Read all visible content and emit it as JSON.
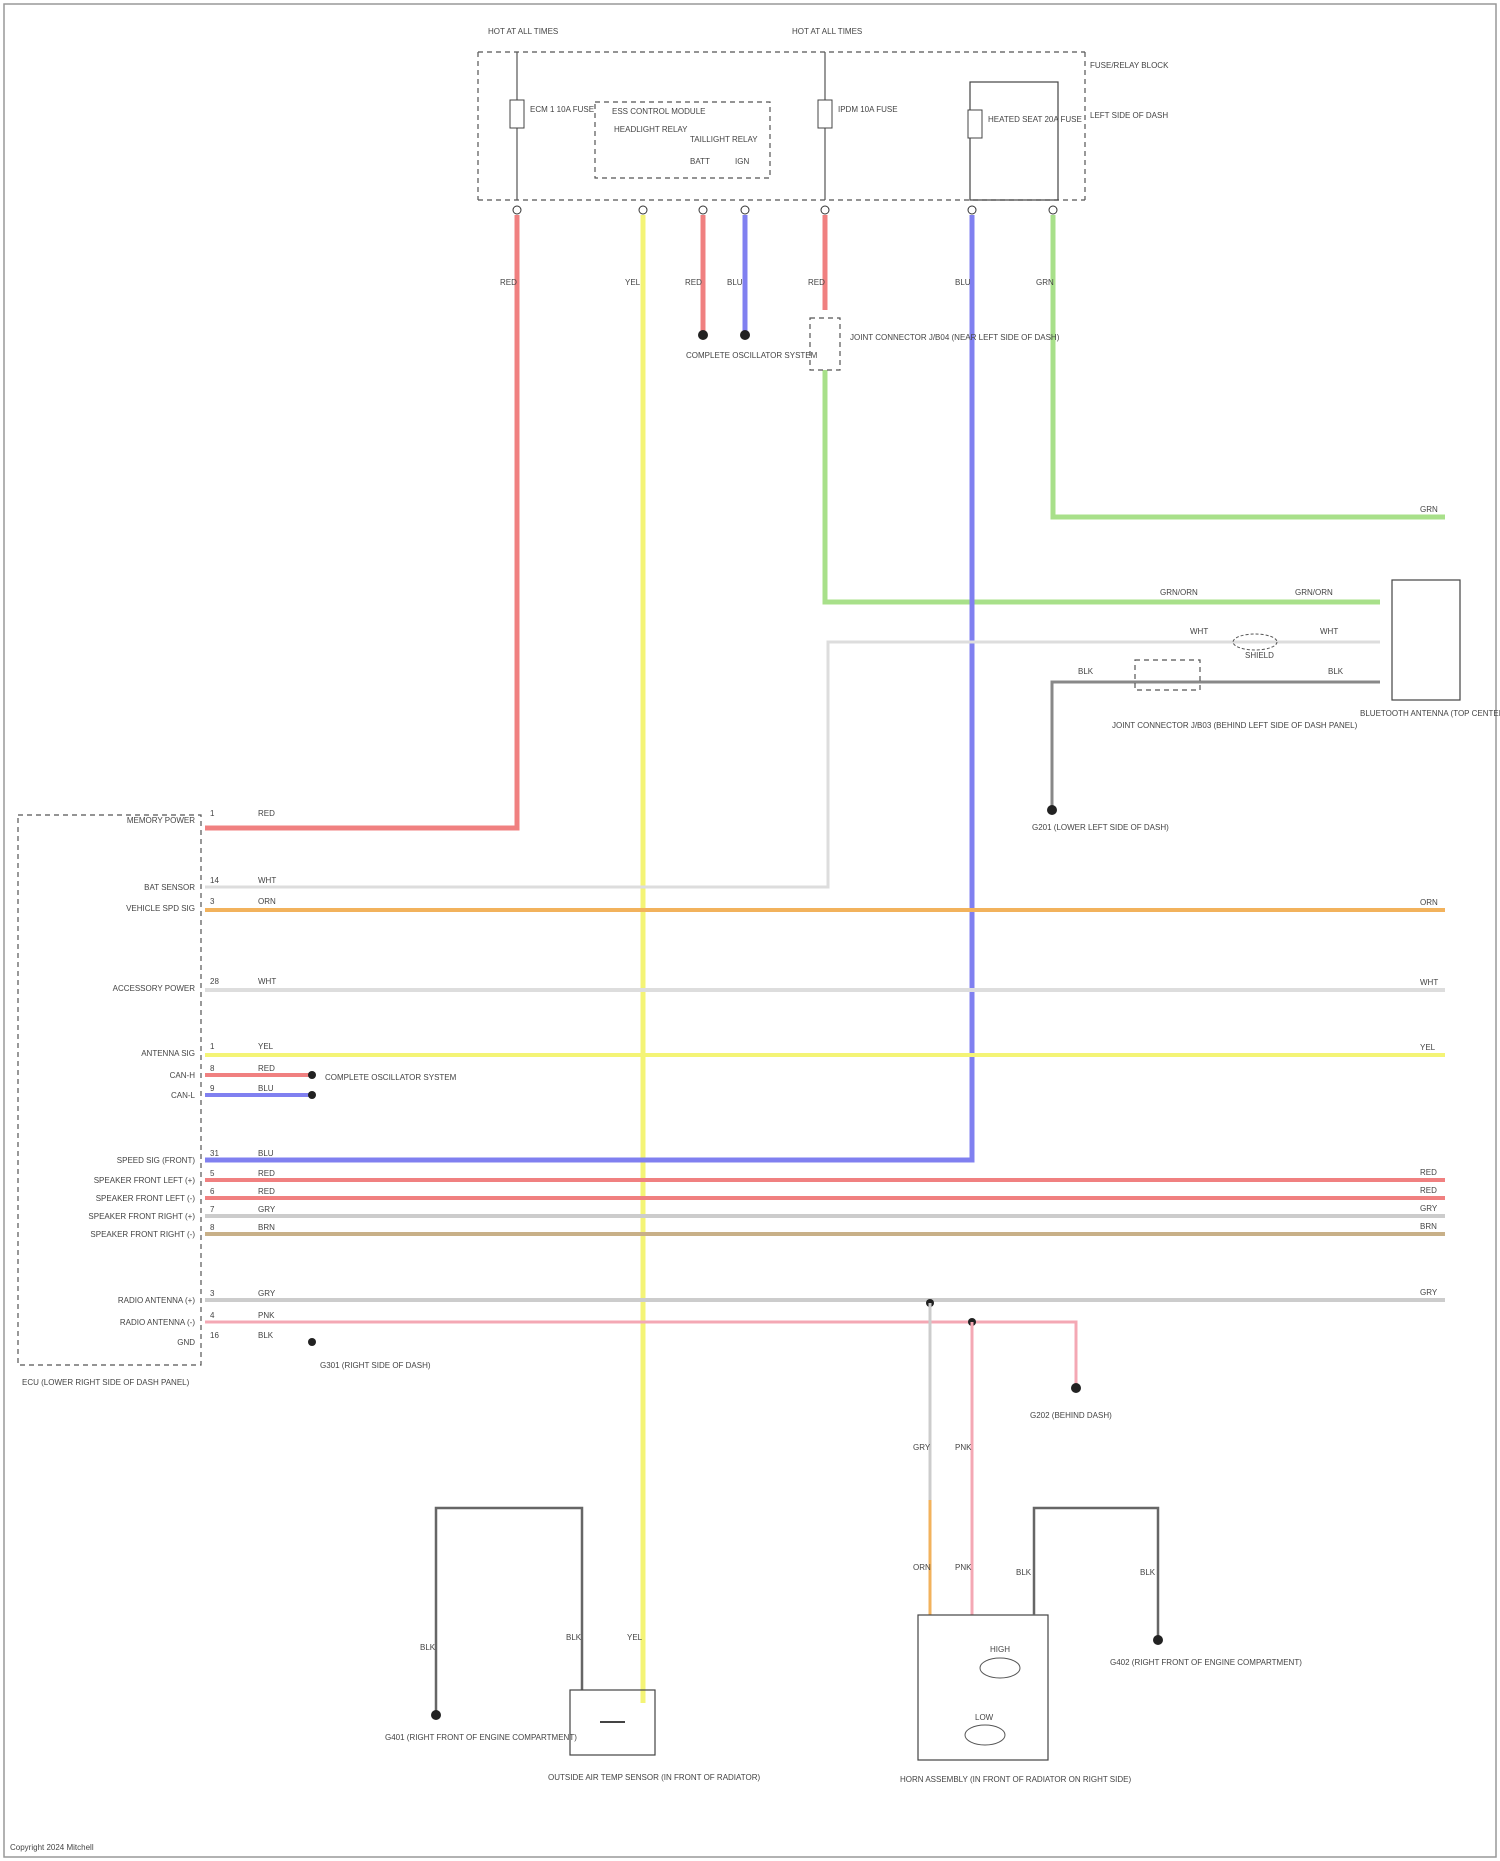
{
  "hot_labels": [
    "HOT AT ALL TIMES",
    "HOT AT ALL TIMES"
  ],
  "fuse_block": {
    "name": "FUSE/RELAY BLOCK",
    "location": "LEFT SIDE OF DASH",
    "fuses": [
      "ECM 1 10A FUSE",
      "IPDM 10A FUSE",
      "HEATED SEAT 20A FUSE"
    ],
    "module": "ESS CONTROL MODULE",
    "module_parts": [
      "HEADLIGHT RELAY",
      "TAILLIGHT RELAY"
    ],
    "module_pins": [
      "BATT",
      "IGN"
    ]
  },
  "top_wire_colors": [
    "RED",
    "YEL",
    "RED",
    "BLU",
    "RED",
    "BLU",
    "GRN"
  ],
  "connector_labels": [
    "JOINT CONNECTOR J/B04 (NEAR LEFT SIDE OF DASH)",
    "COMPLETE OSCILLATOR SYSTEM"
  ],
  "right_component": {
    "name": "BLUETOOTH ANTENNA (TOP CENTER OF WINDSHIELD)",
    "wires": [
      "GRN/ORN",
      "GRN/ORN",
      "WHT",
      "WHT",
      "BLK",
      "BLK"
    ],
    "splice": "SHIELD",
    "joint": "JOINT CONNECTOR J/B03 (BEHIND LEFT SIDE OF DASH PANEL)",
    "ground": "G201 (LOWER LEFT SIDE OF DASH)"
  },
  "ecu": {
    "name": "ECU (LOWER RIGHT SIDE OF DASH PANEL)",
    "pins": [
      {
        "label": "MEMORY POWER",
        "pin": "1",
        "color": "RED",
        "hex": "#f08080"
      },
      {
        "label": "BAT SENSOR",
        "pin": "14",
        "color": "WHT",
        "hex": "#dddddd"
      },
      {
        "label": "VEHICLE SPD SIG",
        "pin": "3",
        "color": "ORN",
        "hex": "#f2b25c"
      },
      {
        "label": "ACCESSORY POWER",
        "pin": "28",
        "color": "WHT",
        "hex": "#dddddd"
      },
      {
        "label": "ANTENNA SIG",
        "pin": "1",
        "color": "YEL",
        "hex": "#f4f476"
      },
      {
        "label": "CAN-H",
        "pin": "8",
        "color": "RED",
        "hex": "#f08080"
      },
      {
        "label": "CAN-L",
        "pin": "9",
        "color": "BLU",
        "hex": "#8080f0"
      },
      {
        "label": "SPEED SIG (FRONT)",
        "pin": "31",
        "color": "BLU",
        "hex": "#8080f0"
      },
      {
        "label": "SPEAKER FRONT LEFT (+)",
        "pin": "5",
        "color": "RED",
        "hex": "#f08080"
      },
      {
        "label": "SPEAKER FRONT LEFT (-)",
        "pin": "6",
        "color": "RED",
        "hex": "#f08080"
      },
      {
        "label": "SPEAKER FRONT RIGHT (+)",
        "pin": "7",
        "color": "GRY",
        "hex": "#cccccc"
      },
      {
        "label": "SPEAKER FRONT RIGHT (-)",
        "pin": "8",
        "color": "BRN",
        "hex": "#c8b088"
      },
      {
        "label": "RADIO ANTENNA (+)",
        "pin": "3",
        "color": "GRY",
        "hex": "#cccccc"
      },
      {
        "label": "RADIO ANTENNA (-)",
        "pin": "4",
        "color": "PNK",
        "hex": "#f4a8b4"
      },
      {
        "label": "GND",
        "pin": "16",
        "color": "BLK",
        "hex": "#888888"
      }
    ],
    "ecu_connector_labels": [
      "COMPLETE OSCILLATOR SYSTEM"
    ],
    "ground_label": "G301 (RIGHT SIDE OF DASH)"
  },
  "right_edge": {
    "wire_labels": [
      "GRN",
      "ORN",
      "WHT",
      "YEL",
      "RED",
      "RED",
      "GRY",
      "BRN",
      "GRY"
    ]
  },
  "bottom": {
    "ground_left": "G401 (RIGHT FRONT OF ENGINE COMPARTMENT)",
    "sensor_left": "OUTSIDE AIR TEMP SENSOR (IN FRONT OF RADIATOR)",
    "ground_mid": "G202 (BEHIND DASH)",
    "horn_assembly": "HORN ASSEMBLY (IN FRONT OF RADIATOR ON RIGHT SIDE)",
    "horn_labels": [
      "HIGH",
      "LOW"
    ],
    "ground_right": "G402 (RIGHT FRONT OF ENGINE COMPARTMENT)",
    "wire_labels": [
      "BLK",
      "BLK",
      "YEL",
      "GRY",
      "PNK",
      "ORN",
      "PNK",
      "BLK",
      "BLK"
    ]
  },
  "footer": "Copyright 2024 Mitchell"
}
